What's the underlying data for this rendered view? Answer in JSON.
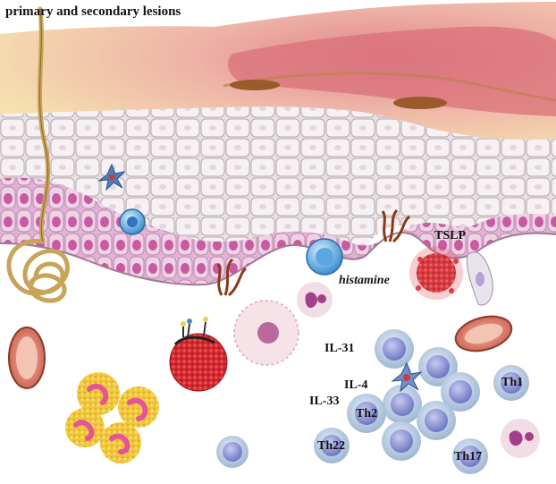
{
  "figure": {
    "title": "primary and secondary lesions"
  },
  "labels": {
    "tslp": "TSLP",
    "histamine": "histamine",
    "il31": "IL-31",
    "il4": "IL-4",
    "il33": "IL-33",
    "th2": "Th2",
    "th1": "Th1",
    "th22": "Th22",
    "th17": "Th17"
  },
  "colors": {
    "crust": "#f3d9a0",
    "lesion": "#d9707a",
    "epidermis_cell": "#efe9ea",
    "basal_cell": "#e7bde0",
    "nerve_fiber": "#c8a35a",
    "mast_cell_granules": "#e0202e",
    "t_cell": "#a9bfd9",
    "eosinophil": "#e35595"
  }
}
